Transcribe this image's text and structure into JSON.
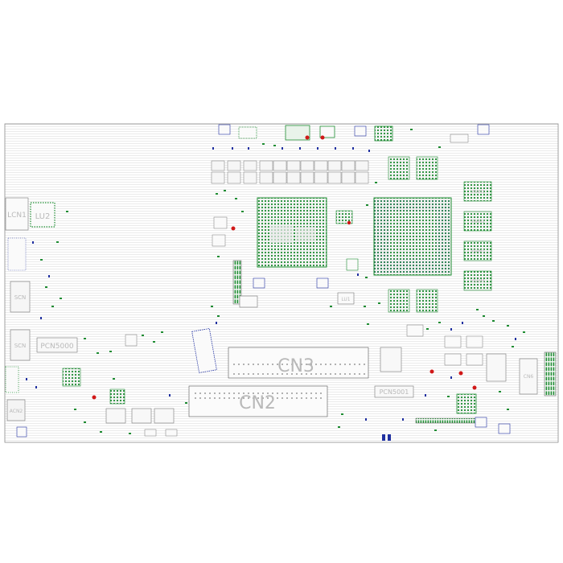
{
  "viewer": {
    "labels": {
      "lcn": "LCN1",
      "lu2": "LU2",
      "scn1": "SCN",
      "scn2": "SCN",
      "pcn5000": "PCN5000",
      "acn": "ACN2",
      "cn3": "CN3",
      "cn2": "CN2",
      "pcn5001": "PCN5001",
      "lu1": "LU1",
      "cn6": "CN6",
      "vram1": "VRAM1",
      "vram2": "VRAM2",
      "vram3": "VRAM3",
      "vram4": "VRAM4"
    },
    "colors": {
      "background": "#ffffff",
      "outline": "#8c8c8c",
      "trace_lines": "#e6e6e6",
      "pad_green": "#1e8c32",
      "pad_blue": "#2030a0",
      "pad_red": "#d01818",
      "label": "#b9b9b9"
    }
  }
}
